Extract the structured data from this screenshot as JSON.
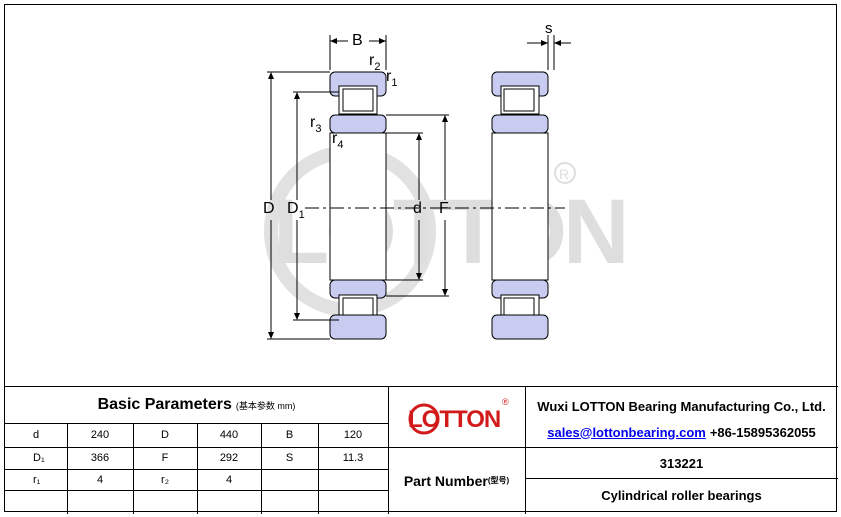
{
  "drawing": {
    "labels": {
      "B": "B",
      "r2": "r",
      "r2_sub": "2",
      "r1": "r",
      "r1_sub": "1",
      "r3": "r",
      "r3_sub": "3",
      "r4": "r",
      "r4_sub": "4",
      "D": "D",
      "D1": "D",
      "D1_sub": "1",
      "d": "d",
      "F": "F",
      "s": "s"
    },
    "watermark": "LOTTON",
    "registered": "®"
  },
  "basic_parameters": {
    "title": "Basic Parameters",
    "title_cn": "(基本参数 mm)",
    "rows": [
      [
        {
          "k": "d",
          "v": "240"
        },
        {
          "k": "D",
          "v": "440"
        },
        {
          "k": "B",
          "v": "120"
        }
      ],
      [
        {
          "k": "D₁",
          "v": "366"
        },
        {
          "k": "F",
          "v": "292"
        },
        {
          "k": "S",
          "v": "11.3"
        }
      ],
      [
        {
          "k": "r₁",
          "v": "4"
        },
        {
          "k": "r₂",
          "v": "4"
        },
        {
          "k": "",
          "v": ""
        }
      ]
    ]
  },
  "brand": {
    "logo_text": "LOTTON",
    "registered": "®"
  },
  "company": {
    "name": "Wuxi LOTTON Bearing Manufacturing Co., Ltd.",
    "email": "sales@lottonbearing.com",
    "phone": "+86-15895362055"
  },
  "part": {
    "label": "Part Number",
    "label_cn": "(型号)",
    "number": "313221",
    "type": "Cylindrical roller bearings"
  },
  "colors": {
    "ring_fill": "#c8ccf0",
    "logo_red": "#d21a1a",
    "link": "#0000ee",
    "watermark": "#d9d9d9"
  }
}
